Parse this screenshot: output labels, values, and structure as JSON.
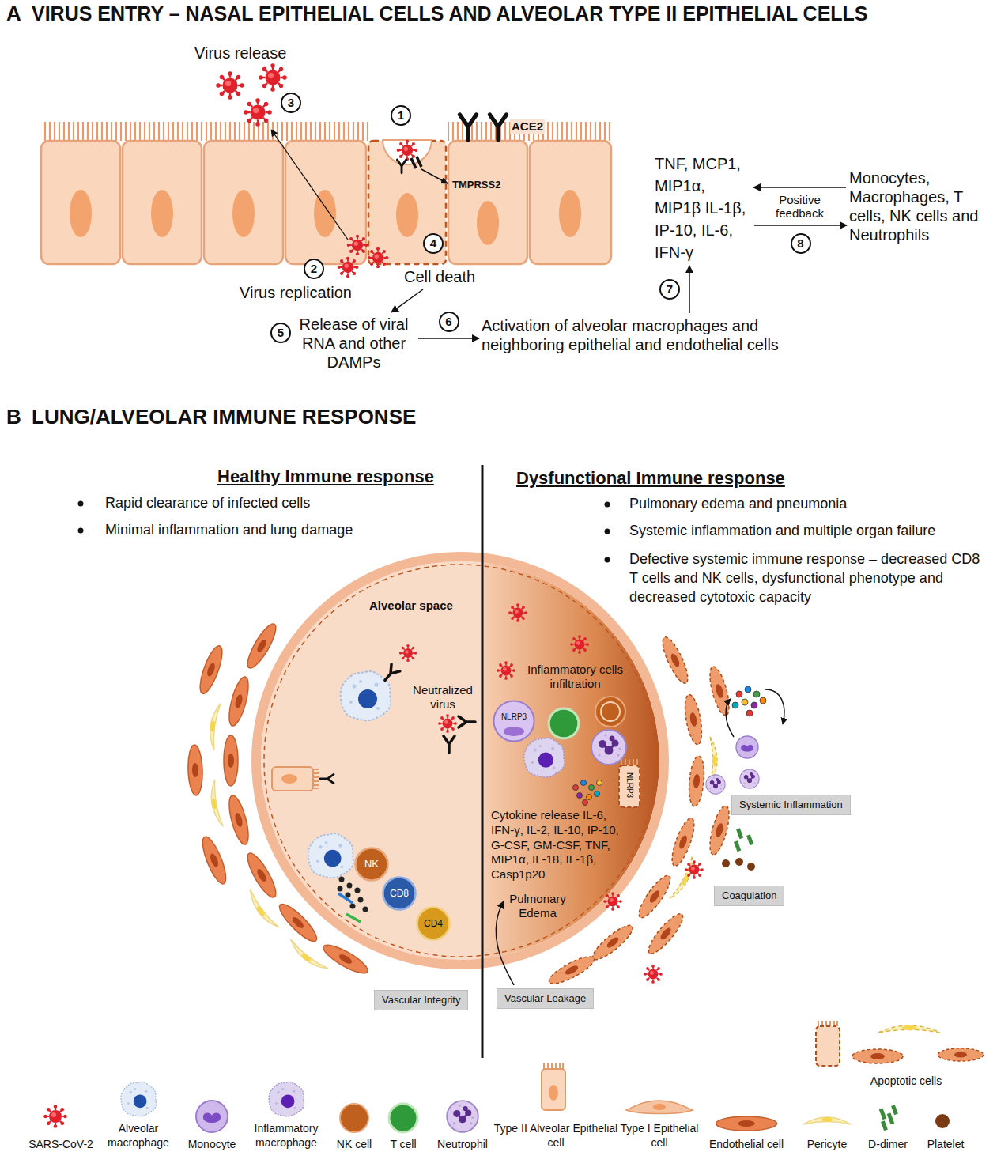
{
  "diagram": {
    "nodes": [
      {
        "text": [
          "Cell death"
        ]
      },
      {
        "text": [
          "Release of viral RNA and other DAMPs"
        ]
      },
      {
        "text": [
          "Activation of alveolar macrophages and neighboring epithelial and endothelial cells"
        ]
      },
      {
        "text": [
          "TNF, MCP1, MIP1α, MIP1β IL-1β, IP-10, IL-6, IFN-γ"
        ]
      },
      {
        "text": [
          "Monocytes, Macrophages, T cells, NK cells and Neutrophils"
        ]
      },
      {
        "text": [
          "Alveolar space"
        ]
      },
      {
        "text": [
          "NK"
        ],
        "in": 5
      },
      {
        "text": [
          "CD8"
        ],
        "in": 5
      },
      {
        "text": [
          "CD4"
        ],
        "in": 5
      },
      {
        "text": [
          "NLRP3"
        ],
        "in": 5
      },
      {
        "text": [
          "NLRP3"
        ],
        "in": 5
      },
      {
        "text": [
          "Pulmonary Edema"
        ],
        "in": 5
      },
      {
        "text": [
          "Vascular Integrity"
        ]
      },
      {
        "text": [
          "Vascular Leakage"
        ]
      },
      {
        "text": [
          "Systemic Inflammation"
        ]
      },
      {
        "text": [
          "Coagulation"
        ]
      }
    ],
    "edges": [
      {
        "from": 0,
        "to": 1,
        "arrow": "to"
      },
      {
        "from": 1,
        "to": 2,
        "label": "6",
        "arrow": "to"
      },
      {
        "from": 2,
        "to": 3,
        "label": "7",
        "arrow": "to"
      },
      {
        "from": 4,
        "to": 3,
        "label": "Positive feedback",
        "arrow": "to"
      },
      {
        "from": 3,
        "to": 4,
        "label": "8",
        "arrow": "to"
      },
      {
        "from": 13,
        "to": 11,
        "arrow": "to"
      }
    ],
    "labels": [
      "A",
      "VIRUS ENTRY – NASAL EPITHELIAL CELLS AND ALVEOLAR TYPE II EPITHELIAL CELLS",
      "Virus release",
      "3",
      "1",
      "ACE2",
      "TMPRSS2",
      "2",
      "Virus replication",
      "4",
      "5",
      "B",
      "LUNG/ALVEOLAR IMMUNE RESPONSE",
      "Healthy Immune response",
      "Rapid clearance of infected cells",
      "Minimal inflammation and lung damage",
      "Dysfunctional Immune response",
      "Pulmonary edema and pneumonia",
      "Systemic inflammation and multiple organ failure",
      "Defective systemic immune response – decreased CD8 T cells and NK cells, dysfunctional phenotype and decreased cytotoxic capacity",
      "Neutralized virus",
      "Inflammatory cells infiltration",
      "Cytokine release IL-6, IFN-γ, IL-2, IL-10, IP-10, G-CSF, GM-CSF, TNF, MIP1α, IL-18, IL-1β, Casp1p20"
    ],
    "legend": [
      {
        "text": "SARS-CoV-2"
      },
      {
        "text": "Alveolar macrophage"
      },
      {
        "text": "Monocyte"
      },
      {
        "text": "Inflammatory macrophage"
      },
      {
        "text": "NK cell"
      },
      {
        "text": "T cell"
      },
      {
        "text": "Neutrophil"
      },
      {
        "text": "Type II Alveolar Epithelial cell"
      },
      {
        "text": "Type I Epithelial cell"
      },
      {
        "text": "Endothelial cell"
      },
      {
        "text": "Pericyte"
      },
      {
        "text": "D-dimer"
      },
      {
        "text": "Platelet"
      },
      {
        "text": "Apoptotic cells"
      }
    ]
  }
}
